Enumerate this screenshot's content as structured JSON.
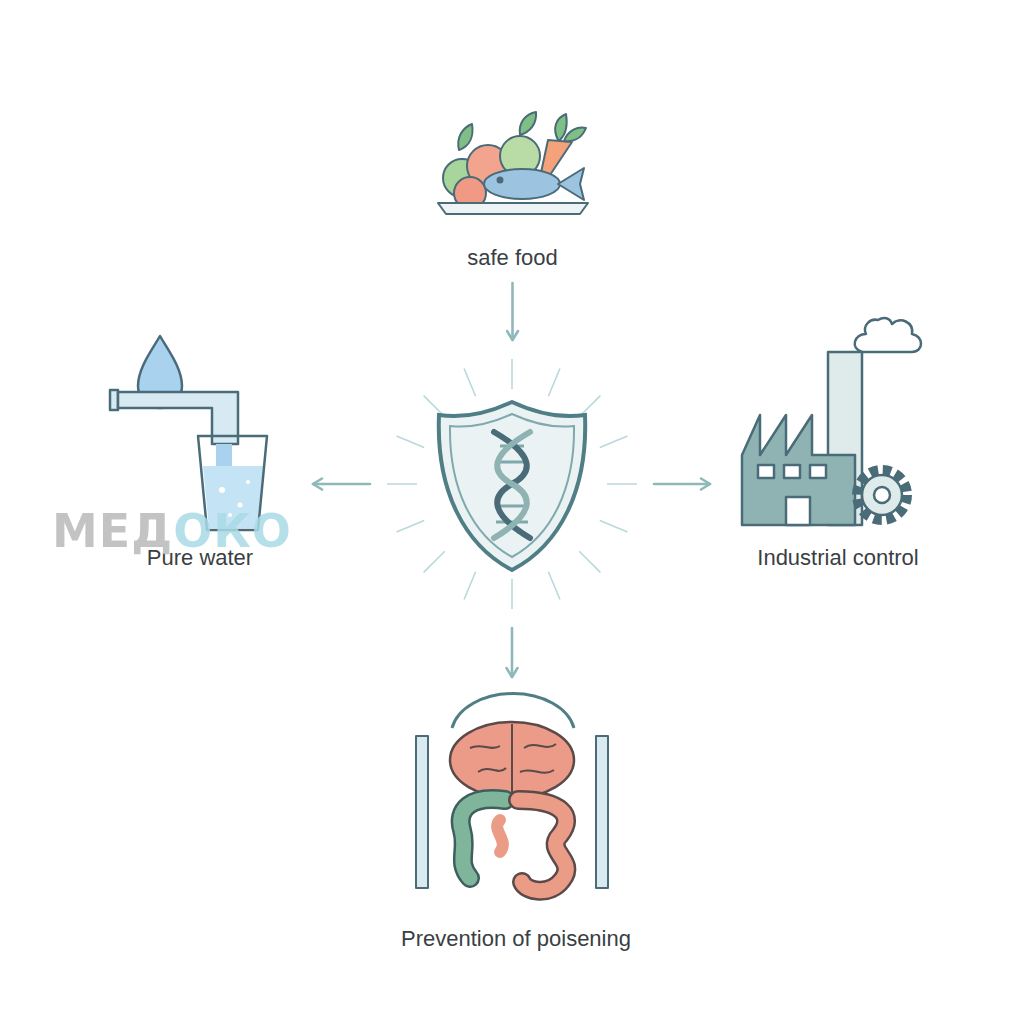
{
  "diagram": {
    "nodes": [
      {
        "text": [
          "safe food"
        ]
      },
      {
        "text": [
          "Pure water"
        ]
      },
      {
        "text": []
      },
      {
        "text": [
          "Industrial control"
        ]
      },
      {
        "text": [
          "Prevention of poisening"
        ]
      }
    ],
    "edges": [
      {
        "from": 0,
        "to": 2,
        "arrow": "to"
      },
      {
        "from": 2,
        "to": 1,
        "arrow": "to"
      },
      {
        "from": 2,
        "to": 3,
        "arrow": "to"
      },
      {
        "from": 2,
        "to": 4,
        "arrow": "to"
      }
    ],
    "labels": [
      "МЕДОКО"
    ]
  }
}
